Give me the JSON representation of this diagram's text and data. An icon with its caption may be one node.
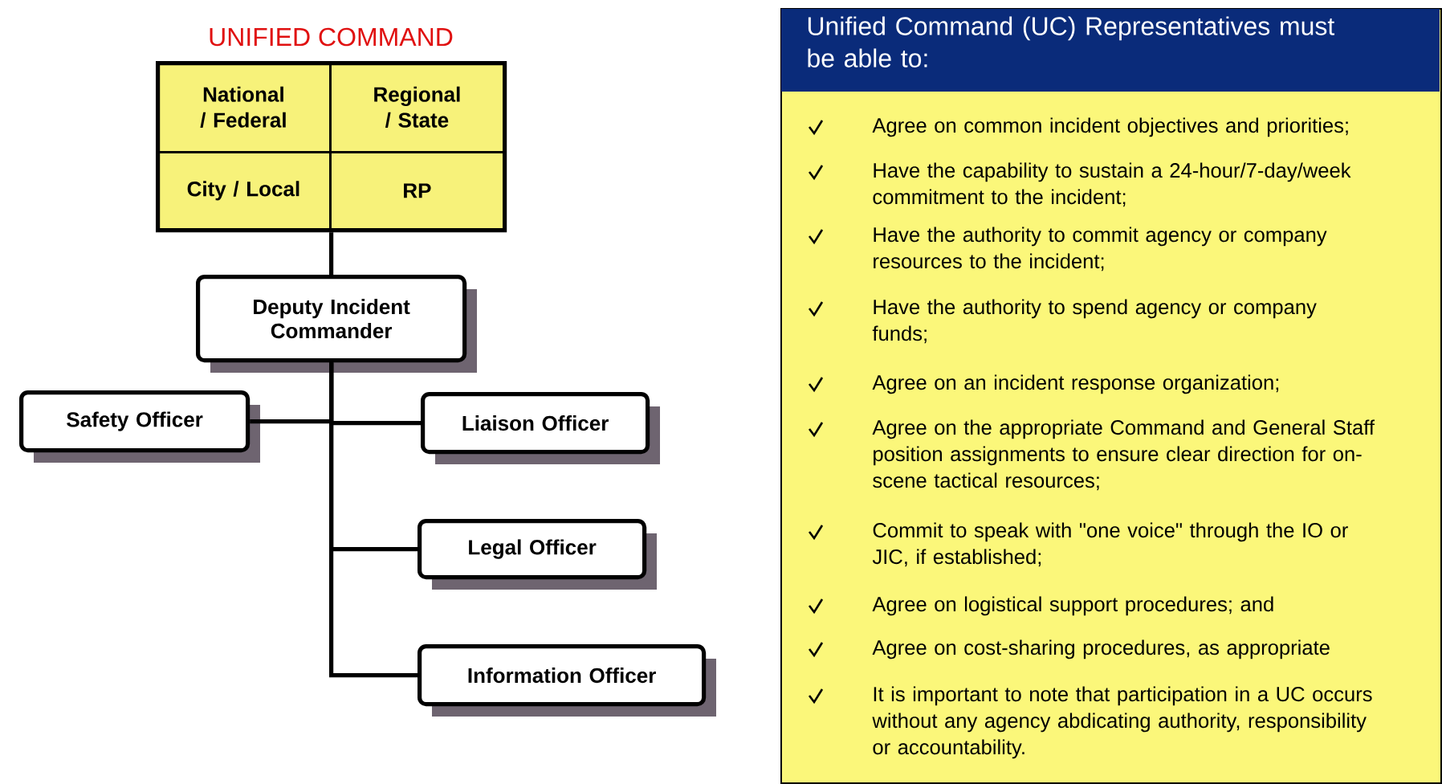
{
  "diagram": {
    "nodes": [
      {
        "text": [
          "UNIFIED COMMAND"
        ]
      },
      {
        "text": [
          "National / Federal"
        ],
        "in": 0
      },
      {
        "text": [
          "Regional / State"
        ],
        "in": 0
      },
      {
        "text": [
          "City / Local"
        ],
        "in": 0
      },
      {
        "text": [
          "RP"
        ],
        "in": 0
      },
      {
        "text": [
          "Deputy Incident Commander"
        ]
      },
      {
        "text": [
          "Safety Officer"
        ]
      },
      {
        "text": [
          "Liaison Officer"
        ]
      },
      {
        "text": [
          "Legal Officer"
        ]
      },
      {
        "text": [
          "Information Officer"
        ]
      },
      {
        "text": [
          "Unified Command (UC) Representatives must be able to:",
          "Agree on common incident objectives and priorities;",
          "Have the capability to sustain a 24-hour/7-day/week commitment to the incident;",
          "Have the authority to commit agency or company resources to the incident;",
          "Have the authority to spend agency or company funds;",
          "Agree on an incident response organization;",
          "Agree on the appropriate Command and General Staff position assignments to ensure clear direction for on-scene tactical resources;",
          "Commit to speak with \"one voice\" through the IO or JIC, if established;",
          "Agree on logistical support procedures; and",
          "Agree on cost-sharing procedures, as appropriate",
          "It is important to note that participation in a UC occurs without any agency abdicating authority, responsibility or accountability."
        ]
      }
    ],
    "edges": [
      {
        "from": 0,
        "to": 5,
        "arrow": "none"
      },
      {
        "from": 5,
        "to": 6,
        "arrow": "none"
      },
      {
        "from": 5,
        "to": 7,
        "arrow": "none"
      },
      {
        "from": 5,
        "to": 8,
        "arrow": "none"
      },
      {
        "from": 5,
        "to": 9,
        "arrow": "none"
      }
    ]
  }
}
